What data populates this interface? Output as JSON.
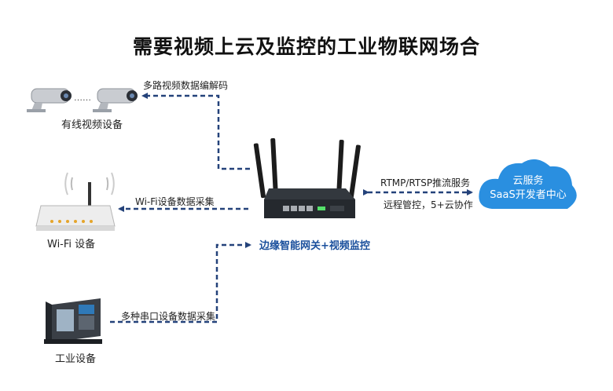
{
  "title": "需要视频上云及监控的工业物联网场合",
  "cameras": {
    "label": "有线视频设备",
    "ellipsis": "……",
    "link_label": "多路视频数据编解码"
  },
  "wifi": {
    "label": "Wi-Fi 设备",
    "link_label": "Wi-Fi设备数据采集"
  },
  "industrial": {
    "label": "工业设备",
    "link_label": "多种串口设备数据采集"
  },
  "gateway": {
    "label": "边缘智能网关+视频监控"
  },
  "cloud": {
    "line1": "云服务",
    "line2": "SaaS开发者中心",
    "link_label_top": "RTMP/RTSP推流服务",
    "link_label_bottom": "远程管控，5+云协作"
  },
  "colors": {
    "arrow": "#24427a",
    "cloud": "#2a8fe0",
    "gateway_label": "#1a4f9c"
  }
}
